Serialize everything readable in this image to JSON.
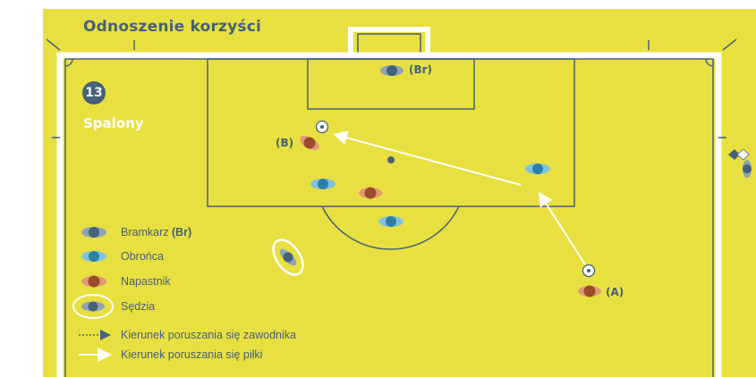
{
  "header": {
    "title": "Odnoszenie korzyści"
  },
  "panel": {
    "number": "13",
    "heading": "Spalony"
  },
  "players": {
    "goalkeeper_label": "(Br)",
    "attacker_b_label": "(B)",
    "attacker_a_label": "(A)"
  },
  "legend": {
    "goalkeeper": "Bramkarz",
    "goalkeeper_abbr": "(Br)",
    "defender": "Obrońca",
    "attacker": "Napastnik",
    "referee": "Sędzia",
    "player_direction": "Kierunek poruszania się zawodnika",
    "ball_direction": "Kierunek poruszania się piłki"
  },
  "colors": {
    "pitch": "#e8e040",
    "lines": "#46617a",
    "goalkeeper": "#5b6e80",
    "defender": "#4fa3c7",
    "attacker": "#c0643f",
    "arrow": "#ffffff"
  }
}
